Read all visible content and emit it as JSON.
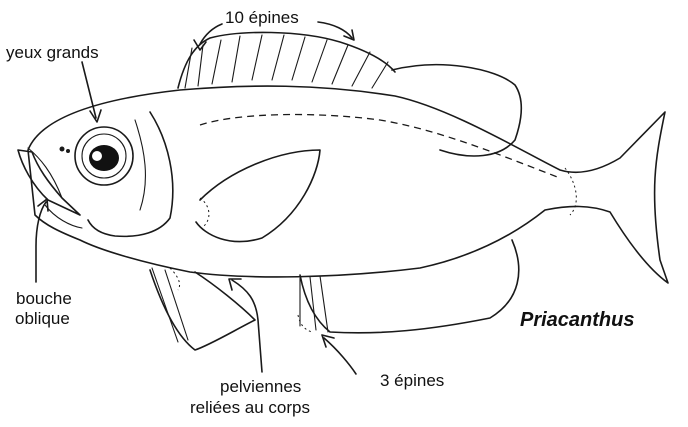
{
  "labels": {
    "dorsal_spines": "10 épines",
    "eyes": "yeux grands",
    "mouth_line1": "bouche",
    "mouth_line2": "oblique",
    "pelvic_line1": "pelviennes",
    "pelvic_line2": "reliées au corps",
    "anal_spines": "3 épines",
    "species": "Priacanthus"
  },
  "colors": {
    "ink": "#1a1a1a",
    "background": "#ffffff"
  }
}
